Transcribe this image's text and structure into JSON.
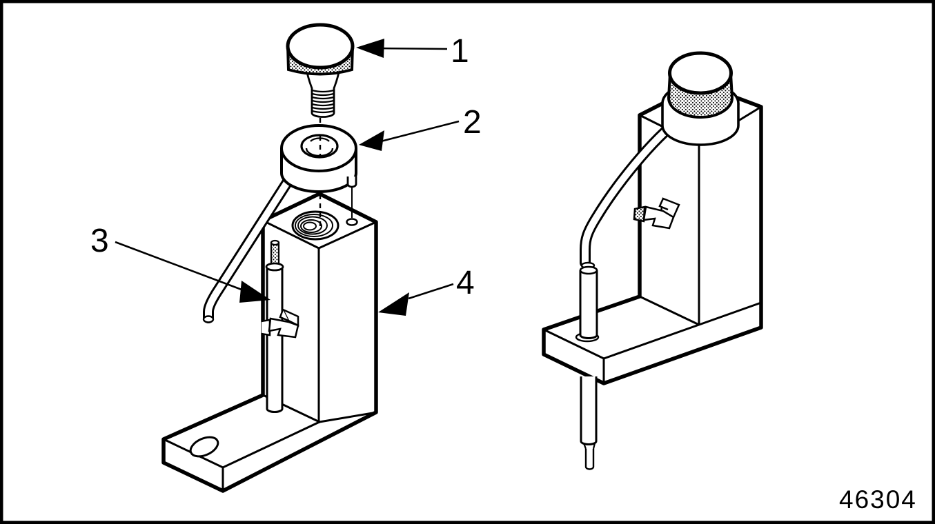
{
  "figure": {
    "figure_number": "46304",
    "callouts": [
      {
        "label": "1",
        "target": "knurled-thumb-screw"
      },
      {
        "label": "2",
        "target": "cap-with-tube"
      },
      {
        "label": "3",
        "target": "pump-rod"
      },
      {
        "label": "4",
        "target": "pump-body-block"
      }
    ],
    "colors": {
      "ink": "#000000",
      "paper": "#ffffff"
    }
  }
}
